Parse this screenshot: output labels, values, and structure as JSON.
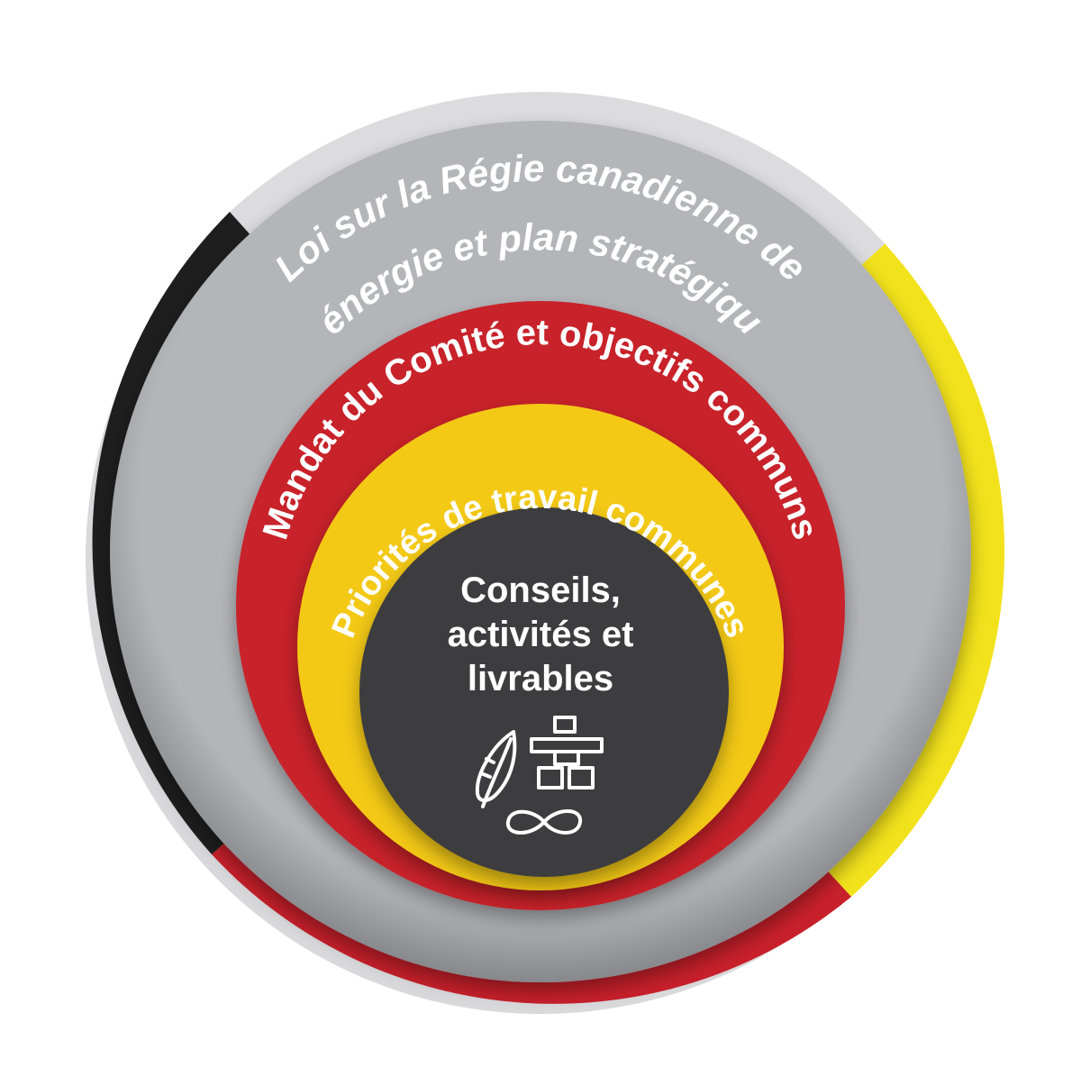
{
  "rings": [
    {
      "id": "outer",
      "label_lines": [
        "Loi sur la Régie canadienne de",
        "l’énergie et plan stratégique"
      ],
      "color": "#b4b5b9"
    },
    {
      "id": "red",
      "label_lines": [
        "Mandat du Comité et objectifs communs"
      ],
      "color": "#c8202b"
    },
    {
      "id": "yellow",
      "label_lines": [
        "Priorités de travail communes"
      ],
      "color": "#f3c913"
    },
    {
      "id": "center",
      "label_lines": [
        "Conseils,",
        "activités et",
        "livrables"
      ],
      "color": "#3d3d3f"
    }
  ],
  "medicine_wheel_colors": {
    "light_grey": "#dcdcde",
    "yellow": "#f2e21c",
    "red": "#c8202b",
    "black": "#1e1e1e"
  },
  "icons": [
    "feather-icon",
    "inukshuk-icon",
    "infinity-icon"
  ]
}
